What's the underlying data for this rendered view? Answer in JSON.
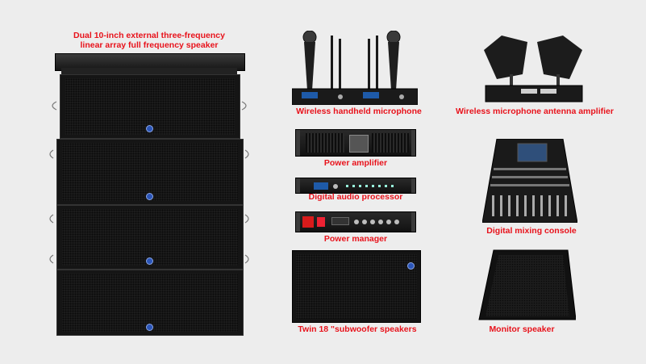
{
  "labels": {
    "line_array_line1": "Dual 10-inch external three-frequency",
    "line_array_line2": "linear array full frequency speaker",
    "wireless_mic": "Wireless handheld microphone",
    "antenna_amp": "Wireless microphone antenna amplifier",
    "power_amp": "Power amplifier",
    "audio_processor": "Digital audio processor",
    "power_manager": "Power manager",
    "mixing_console": "Digital mixing console",
    "subwoofer": "Twin 18 \"subwoofer speakers",
    "monitor": "Monitor speaker"
  },
  "colors": {
    "background": "#ededed",
    "label_red": "#e8121b",
    "speaker_black": "#1c1c1c",
    "badge_blue": "#2b55b8"
  },
  "icons": [
    "line-array-speaker-icon",
    "wireless-microphone-icon",
    "antenna-amplifier-icon",
    "power-amplifier-icon",
    "audio-processor-icon",
    "power-manager-icon",
    "mixing-console-icon",
    "subwoofer-icon",
    "monitor-speaker-icon"
  ]
}
